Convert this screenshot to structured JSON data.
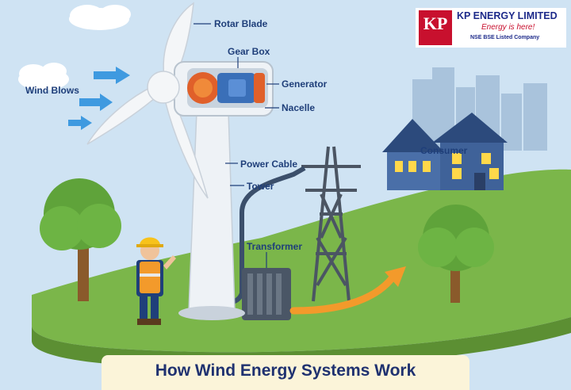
{
  "title": "How Wind Energy Systems Work",
  "brand": {
    "name": "KP ENERGY LIMITED",
    "tagline": "Energy is here!",
    "listing": "NSE BSE Listed Company",
    "logo_mark": "KP"
  },
  "labels": {
    "rotor_blade": "Rotar Blade",
    "gear_box": "Gear Box",
    "generator": "Generator",
    "nacelle": "Nacelle",
    "wind_blows": "Wind Blows",
    "power_cable": "Power Cable",
    "tower": "Tower",
    "transformer": "Transformer",
    "consumer": "Consumer"
  },
  "colors": {
    "sky": "#cfe3f3",
    "grass": "#7bb64a",
    "arrow_wind": "#3f9ae0",
    "arrow_power": "#f39a2b",
    "label_text": "#1f3f7a",
    "brand_red": "#c8102e",
    "brand_blue": "#1d2a8a"
  }
}
